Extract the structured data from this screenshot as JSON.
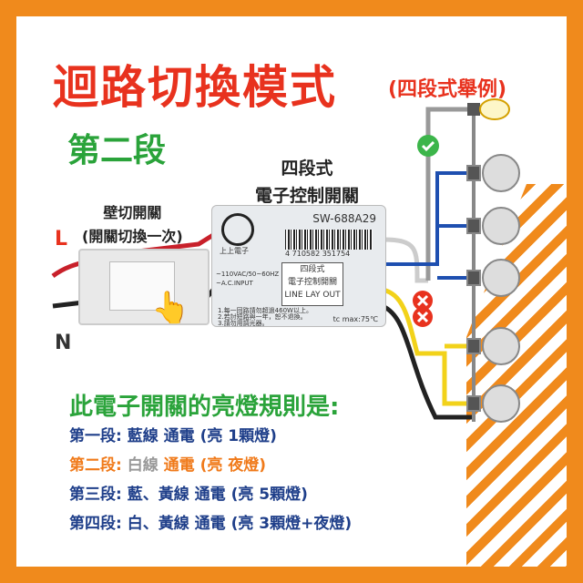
{
  "title": "迴路切換模式",
  "subtitle": "(四段式舉例)",
  "current_stage": "第二段",
  "controller_label": [
    "四段式",
    "電子控制開關"
  ],
  "wall_switch_label": [
    "壁切開關",
    "(開關切換一次)"
  ],
  "wire_L": "L",
  "wire_N": "N",
  "device": {
    "model": "SW-688A29",
    "barcode": "4 710582 351754",
    "brand": "上上電子",
    "inner": [
      "四段式",
      "電子控制開關",
      "LINE LAY OUT"
    ],
    "spec": [
      "~110VAC/50~60HZ",
      "~A.C.INPUT"
    ],
    "notes": [
      "1.每一回路請勿超過460W以上。",
      "2.若討短路與一年，恕不退換。",
      "3.請勿用調光器。"
    ],
    "temp": "tc max:75℃"
  },
  "rules_heading": "此電子開關的亮燈規則是:",
  "rules": [
    {
      "stage": "第一段:",
      "wire": "藍線",
      "text": "通電 (亮 1顆燈)"
    },
    {
      "stage": "第二段:",
      "wire": "白線",
      "text": "通電 (亮 夜燈)"
    },
    {
      "stage": "第三段:",
      "wire": "藍、黃線",
      "text": "通電 (亮 5顆燈)"
    },
    {
      "stage": "第四段:",
      "wire": "白、黃線",
      "text": "通電 (亮 3顆燈+夜燈)"
    }
  ],
  "colors": {
    "orange": "#f08a1c",
    "red": "#e8321e",
    "green": "#2aa33a",
    "blue": "#1f3f8a"
  }
}
